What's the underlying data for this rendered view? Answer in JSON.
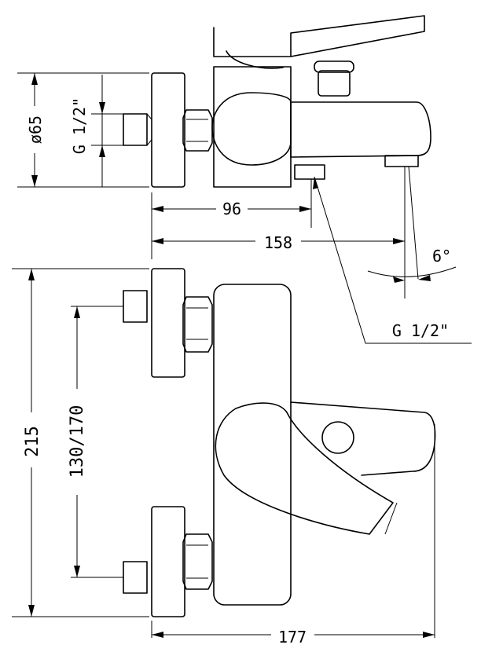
{
  "dimensions": {
    "diameter": "ø65",
    "thread_inlet": "G 1/2\"",
    "depth_96": "96",
    "depth_158": "158",
    "angle": "6°",
    "thread_outlet": "G 1/2\"",
    "height_215": "215",
    "centers": "130/170",
    "width_177": "177"
  }
}
